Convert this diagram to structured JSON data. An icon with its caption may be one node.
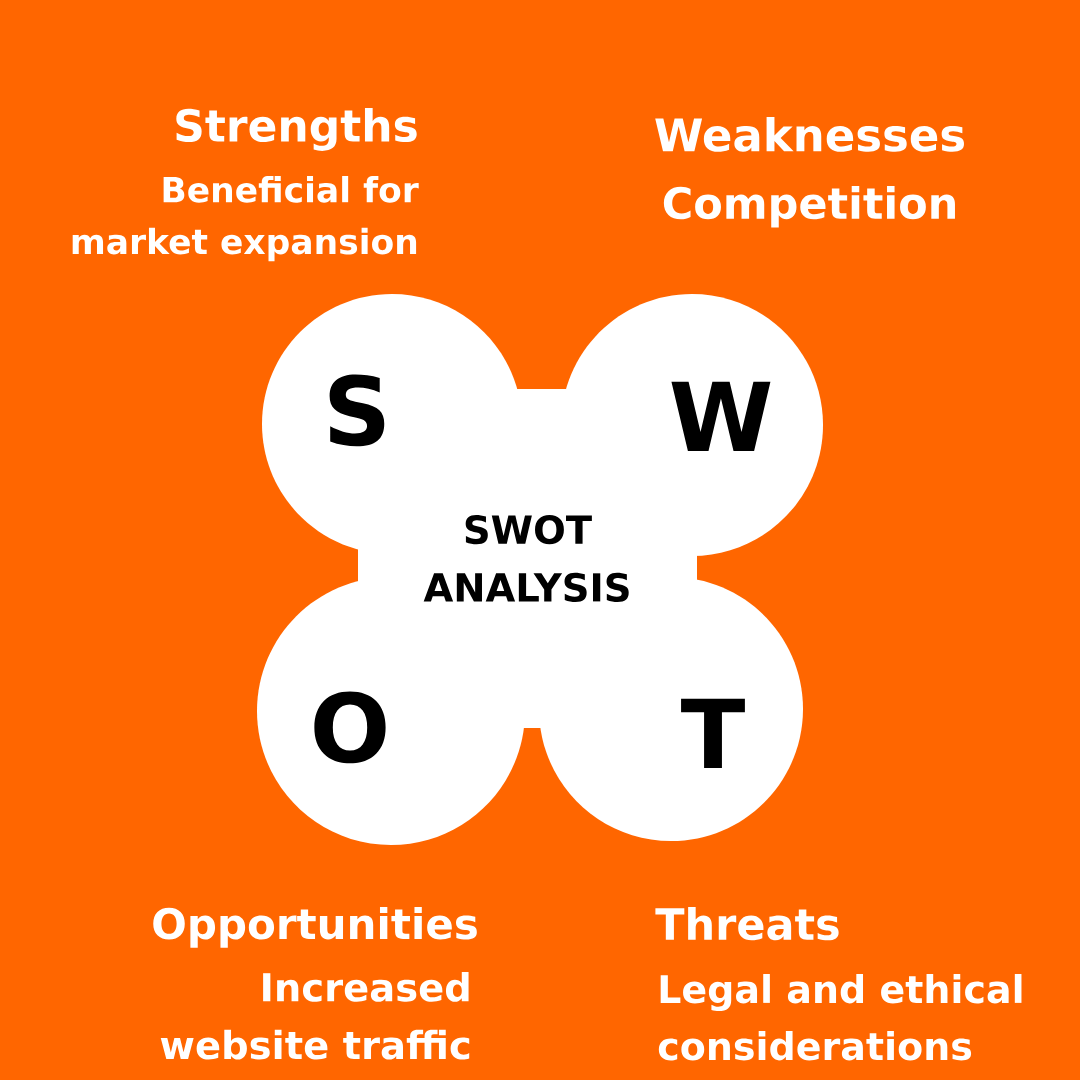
{
  "diagram": {
    "nodes": [
      {
        "text": [
          "S"
        ],
        "beside": [
          "Strengths",
          "Beneficial for market expansion"
        ]
      },
      {
        "text": [
          "W"
        ],
        "beside": [
          "Weaknesses",
          "Competition"
        ]
      },
      {
        "text": [
          "SWOT ANALYSIS"
        ]
      },
      {
        "text": [
          "O"
        ],
        "beside": [
          "Opportunities",
          "Increased website traffic"
        ]
      },
      {
        "text": [
          "T"
        ],
        "beside": [
          "Threats",
          "Legal and ethical considerations"
        ]
      }
    ]
  }
}
